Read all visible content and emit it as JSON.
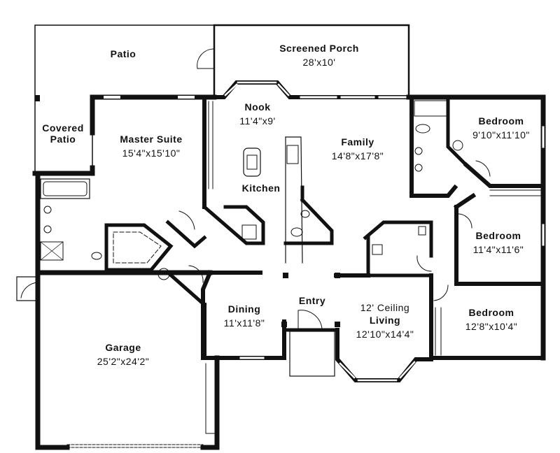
{
  "plan": {
    "rooms": {
      "patio": {
        "name": "Patio"
      },
      "screened_porch": {
        "name": "Screened Porch",
        "dim": "28'x10'"
      },
      "covered_patio": {
        "name_line1": "Covered",
        "name_line2": "Patio"
      },
      "master_suite": {
        "name": "Master Suite",
        "dim": "15'4\"x15'10\""
      },
      "nook": {
        "name": "Nook",
        "dim": "11'4\"x9'"
      },
      "family": {
        "name": "Family",
        "dim": "14'8\"x17'8\""
      },
      "kitchen": {
        "name": "Kitchen"
      },
      "bedroom_1": {
        "name": "Bedroom",
        "dim": "9'10\"x11'10\""
      },
      "bedroom_2": {
        "name": "Bedroom",
        "dim": "11'4\"x11'6\""
      },
      "bedroom_3": {
        "name": "Bedroom",
        "dim": "12'8\"x10'4\""
      },
      "dining": {
        "name": "Dining",
        "dim": "11'x11'8\""
      },
      "entry": {
        "name": "Entry"
      },
      "living": {
        "note": "12' Ceiling",
        "name": "Living",
        "dim": "12'10\"x14'4\""
      },
      "garage": {
        "name": "Garage",
        "dim": "25'2\"x24'2\""
      }
    }
  }
}
